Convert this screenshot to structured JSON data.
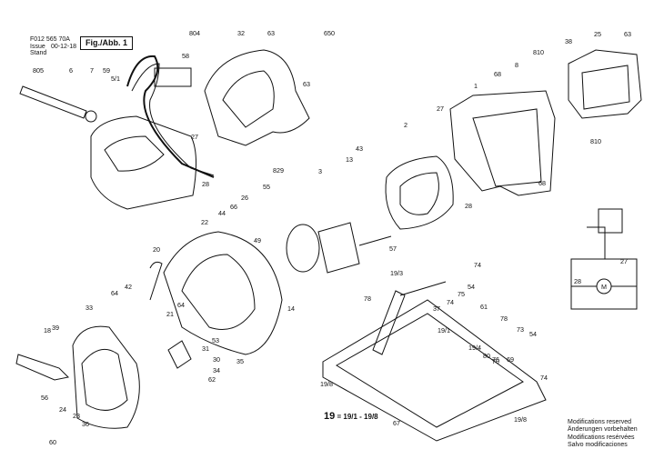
{
  "header": {
    "code": "F012 565 70A",
    "issue_label": "Issue",
    "stand_label": "Stand",
    "date": "00-12-18",
    "figure": "Fig./Abb. 1"
  },
  "formula": {
    "lead": "19",
    "rest": " = 19/1 - 19/8"
  },
  "notes": [
    "Modifications reserved",
    "Änderungen vorbehalten",
    "Modifications resérvées",
    "Salvo modificaciones"
  ],
  "circuit_labels": [
    "27",
    "28",
    "M"
  ],
  "part_labels": [
    {
      "id": "p804",
      "text": "804"
    },
    {
      "id": "p58",
      "text": "58"
    },
    {
      "id": "p32",
      "text": "32"
    },
    {
      "id": "p63a",
      "text": "63"
    },
    {
      "id": "p650",
      "text": "650"
    },
    {
      "id": "p63b",
      "text": "63"
    },
    {
      "id": "p805",
      "text": "805"
    },
    {
      "id": "p6",
      "text": "6"
    },
    {
      "id": "p7",
      "text": "7"
    },
    {
      "id": "p59",
      "text": "59"
    },
    {
      "id": "p5_1",
      "text": "5/1"
    },
    {
      "id": "p27a",
      "text": "27"
    },
    {
      "id": "p28a",
      "text": "28"
    },
    {
      "id": "p829",
      "text": "829"
    },
    {
      "id": "p68a",
      "text": "68"
    },
    {
      "id": "p8",
      "text": "8"
    },
    {
      "id": "p810a",
      "text": "810"
    },
    {
      "id": "p38",
      "text": "38"
    },
    {
      "id": "p25",
      "text": "25"
    },
    {
      "id": "p63c",
      "text": "63"
    },
    {
      "id": "p1",
      "text": "1"
    },
    {
      "id": "p810b",
      "text": "810"
    },
    {
      "id": "p2",
      "text": "2"
    },
    {
      "id": "p27b",
      "text": "27"
    },
    {
      "id": "p68b",
      "text": "68"
    },
    {
      "id": "p28b",
      "text": "28"
    },
    {
      "id": "p43",
      "text": "43"
    },
    {
      "id": "p13",
      "text": "13"
    },
    {
      "id": "p3",
      "text": "3"
    },
    {
      "id": "p55",
      "text": "55"
    },
    {
      "id": "p26",
      "text": "26"
    },
    {
      "id": "p44",
      "text": "44"
    },
    {
      "id": "p66",
      "text": "66"
    },
    {
      "id": "p57",
      "text": "57"
    },
    {
      "id": "p22",
      "text": "22"
    },
    {
      "id": "p49",
      "text": "49"
    },
    {
      "id": "p20",
      "text": "20"
    },
    {
      "id": "p42",
      "text": "42"
    },
    {
      "id": "p64a",
      "text": "64"
    },
    {
      "id": "p33",
      "text": "33"
    },
    {
      "id": "p64b",
      "text": "64"
    },
    {
      "id": "p21",
      "text": "21"
    },
    {
      "id": "p14",
      "text": "14"
    },
    {
      "id": "p18",
      "text": "18"
    },
    {
      "id": "p53",
      "text": "53"
    },
    {
      "id": "p31",
      "text": "31"
    },
    {
      "id": "p30",
      "text": "30"
    },
    {
      "id": "p39",
      "text": "39"
    },
    {
      "id": "p35",
      "text": "35"
    },
    {
      "id": "p34",
      "text": "34"
    },
    {
      "id": "p62",
      "text": "62"
    },
    {
      "id": "p56",
      "text": "56"
    },
    {
      "id": "p24",
      "text": "24"
    },
    {
      "id": "p23",
      "text": "23"
    },
    {
      "id": "p36",
      "text": "36"
    },
    {
      "id": "p60",
      "text": "60"
    },
    {
      "id": "p19_3",
      "text": "19/3"
    },
    {
      "id": "p74a",
      "text": "74"
    },
    {
      "id": "p75",
      "text": "75"
    },
    {
      "id": "p54a",
      "text": "54"
    },
    {
      "id": "p74b",
      "text": "74"
    },
    {
      "id": "p78a",
      "text": "78"
    },
    {
      "id": "p37",
      "text": "37"
    },
    {
      "id": "p61",
      "text": "61"
    },
    {
      "id": "p78b",
      "text": "78"
    },
    {
      "id": "p19_1",
      "text": "19/1"
    },
    {
      "id": "p73",
      "text": "73"
    },
    {
      "id": "p54b",
      "text": "54"
    },
    {
      "id": "p19_4",
      "text": "19/4"
    },
    {
      "id": "p80",
      "text": "80"
    },
    {
      "id": "p76",
      "text": "76"
    },
    {
      "id": "p69",
      "text": "69"
    },
    {
      "id": "p70",
      "text": "70"
    },
    {
      "id": "p74c",
      "text": "74"
    },
    {
      "id": "p19_8a",
      "text": "19/8"
    },
    {
      "id": "p67",
      "text": "67"
    },
    {
      "id": "p19_8b",
      "text": "19/8"
    }
  ]
}
